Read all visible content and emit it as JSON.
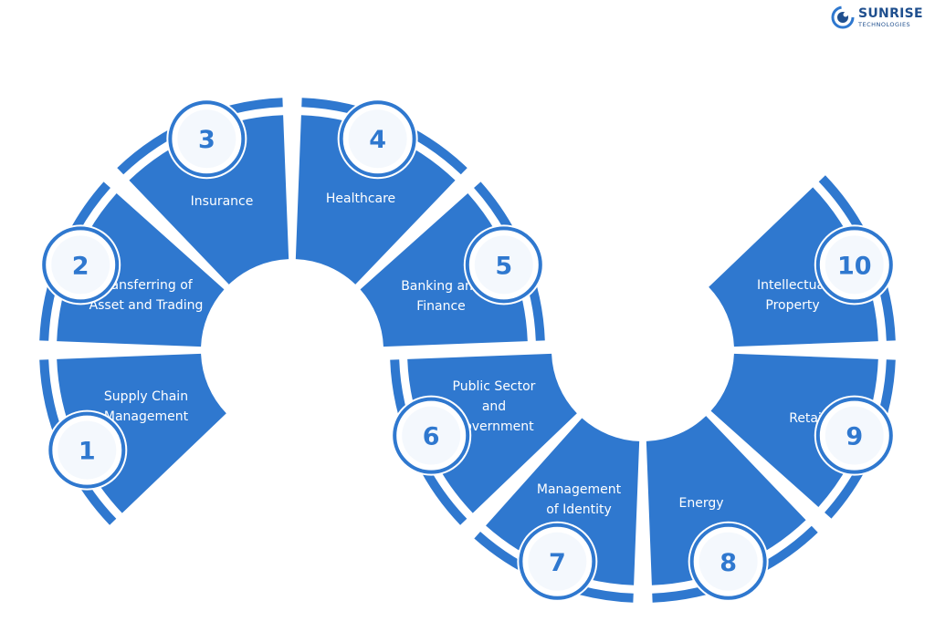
{
  "brand": {
    "name": "SUNRISE",
    "tagline": "TECHNOLOGIES",
    "color": "#1f4f8e"
  },
  "colors": {
    "segment": "#2f78cf",
    "badge_ring": "#2f78cf",
    "badge_fill": "#ffffff",
    "label": "#ffffff"
  },
  "segments": [
    {
      "number": "1",
      "lines": [
        "Supply Chain",
        "Management"
      ]
    },
    {
      "number": "2",
      "lines": [
        "Transferring of",
        "Asset and Trading"
      ]
    },
    {
      "number": "3",
      "lines": [
        "Insurance"
      ]
    },
    {
      "number": "4",
      "lines": [
        "Healthcare"
      ]
    },
    {
      "number": "5",
      "lines": [
        "Banking and",
        "Finance"
      ]
    },
    {
      "number": "6",
      "lines": [
        "Public Sector",
        "and",
        "Government"
      ]
    },
    {
      "number": "7",
      "lines": [
        "Management",
        "of Identity"
      ]
    },
    {
      "number": "8",
      "lines": [
        "Energy"
      ]
    },
    {
      "number": "9",
      "lines": [
        "Retail"
      ]
    },
    {
      "number": "10",
      "lines": [
        "Intellectual",
        "Property"
      ]
    }
  ]
}
